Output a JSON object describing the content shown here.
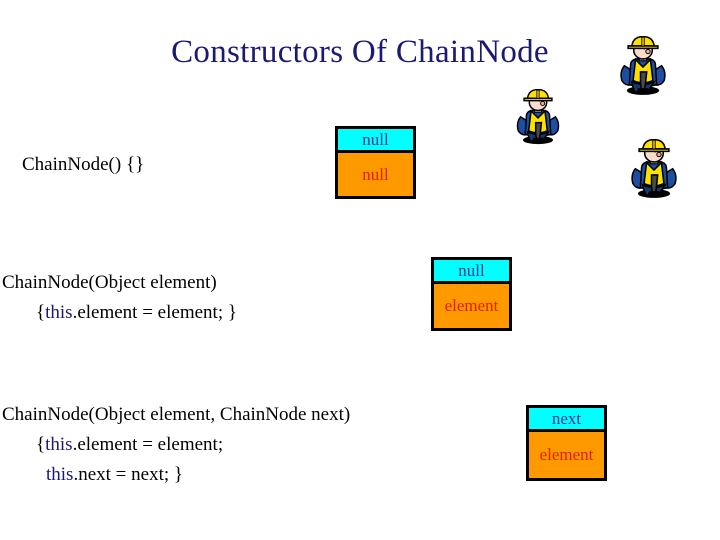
{
  "slide": {
    "title": "Constructors Of ChainNode",
    "title_color": "#1a1a72",
    "background_color": "#ffffff"
  },
  "code_blocks": [
    {
      "id": "constructor-noarg",
      "lines": [
        {
          "segments": [
            {
              "text": "ChainNode() {}",
              "style": "plain"
            }
          ]
        }
      ]
    },
    {
      "id": "constructor-element",
      "lines": [
        {
          "segments": [
            {
              "text": "ChainNode(Object element)",
              "style": "plain"
            }
          ]
        },
        {
          "segments": [
            {
              "text": "{",
              "style": "plain"
            },
            {
              "text": "this",
              "style": "keyword"
            },
            {
              "text": ".element = element; }",
              "style": "plain"
            }
          ]
        }
      ]
    },
    {
      "id": "constructor-element-next",
      "lines": [
        {
          "segments": [
            {
              "text": "ChainNode(Object element, ChainNode next)",
              "style": "plain"
            }
          ]
        },
        {
          "segments": [
            {
              "text": "{",
              "style": "plain"
            },
            {
              "text": "this",
              "style": "keyword"
            },
            {
              "text": ".element = element;",
              "style": "plain"
            }
          ]
        },
        {
          "segments": [
            {
              "text": "this",
              "style": "keyword"
            },
            {
              "text": ".next = next; }",
              "style": "plain"
            }
          ]
        }
      ]
    }
  ],
  "code_text": {
    "block1_line1": "ChainNode() {}",
    "block2_line1": "ChainNode(Object element)",
    "block2_line2_open": "{",
    "block2_line2_this": "this",
    "block2_line2_rest": ".element = element; }",
    "block3_line1": "ChainNode(Object element, ChainNode next)",
    "block3_line2_open": "{",
    "block3_line2_this": "this",
    "block3_line2_rest": ".element = element;",
    "block3_line3_this": "this",
    "block3_line3_rest": ".next = next; }"
  },
  "node_boxes": [
    {
      "id": "node-box-1",
      "next_value": "null",
      "element_value": "null"
    },
    {
      "id": "node-box-2",
      "next_value": "null",
      "element_value": "element"
    },
    {
      "id": "node-box-3",
      "next_value": "next",
      "element_value": "element"
    }
  ],
  "colors": {
    "next_cell_bg": "#00ffff",
    "next_cell_text": "#3b3b8f",
    "element_cell_bg": "#ff9900",
    "element_cell_text": "#e02000",
    "box_border": "#000000",
    "keyword": "#1a1a72",
    "code_text": "#000000"
  },
  "clipart": [
    {
      "id": "worker-1",
      "name": "construction-worker-jackhammer"
    },
    {
      "id": "worker-2",
      "name": "construction-worker-jackhammer"
    },
    {
      "id": "worker-3",
      "name": "construction-worker-jackhammer"
    }
  ]
}
